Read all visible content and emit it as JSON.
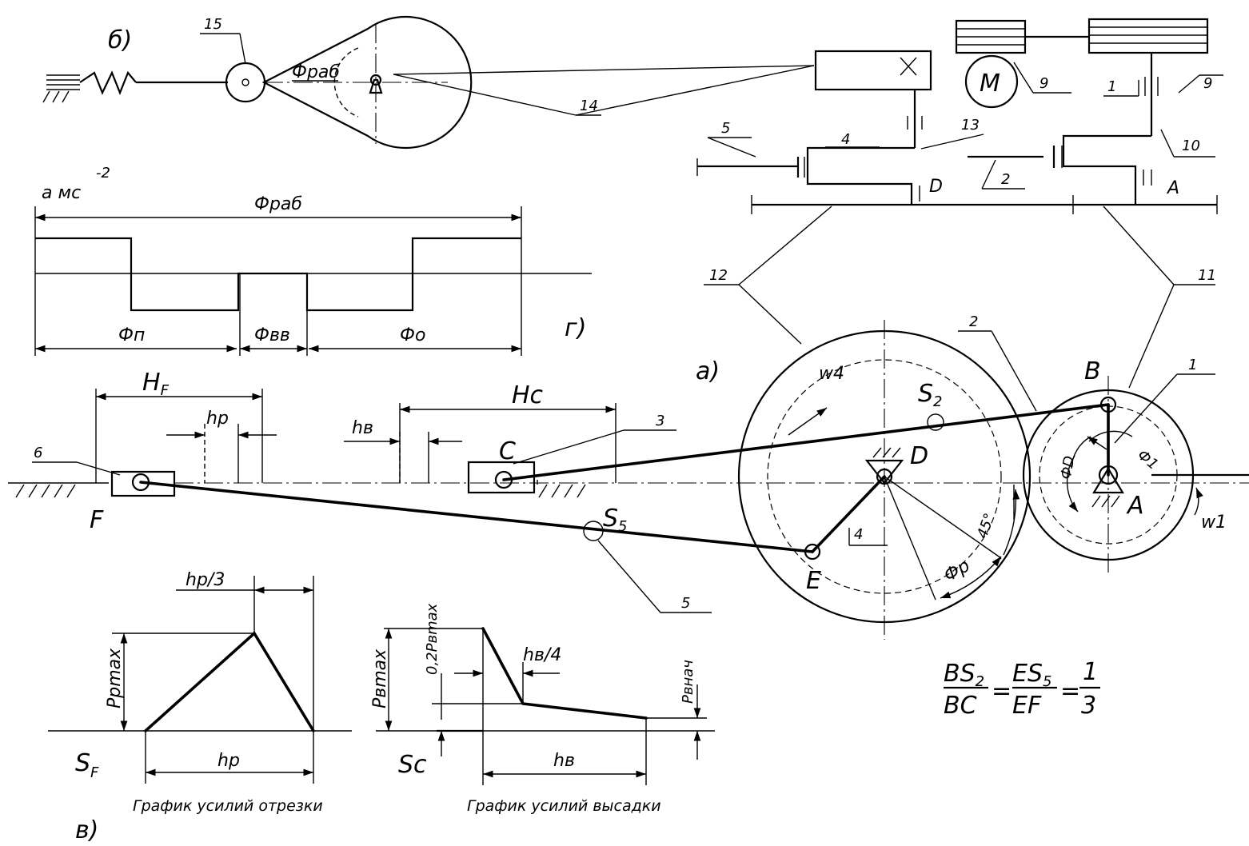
{
  "panel_labels": {
    "b": "б)",
    "a": "а)",
    "g": "г)",
    "v": "в)"
  },
  "cam": {
    "callout_15": "15",
    "angle_label": "Фраб",
    "callout_14": "14"
  },
  "accel": {
    "axis_label": "а мс",
    "axis_exp": "-2",
    "phi_rab": "Фраб",
    "phi_p": "Фп",
    "phi_vv": "Фвв",
    "phi_o": "Фо"
  },
  "drive": {
    "motor": "М",
    "labels": {
      "n9a": "9",
      "n9b": "9",
      "n1": "1",
      "n10": "10",
      "n5": "5",
      "n4": "4",
      "n13": "13",
      "n2": "2",
      "D": "D",
      "A": "A",
      "n12": "12",
      "n11": "11"
    }
  },
  "mechanism": {
    "HF": "Н",
    "HF_sub": "F",
    "Hc": "Нс",
    "hp": "hр",
    "hv": "hв",
    "n6": "6",
    "n3": "3",
    "n5": "5",
    "n4": "4",
    "n2": "2",
    "n1": "1",
    "F": "F",
    "C": "С",
    "E": "E",
    "D": "D",
    "B": "B",
    "A": "A",
    "S2": "S",
    "S2_sub": "2",
    "S5": "S",
    "S5_sub": "5",
    "w4": "w4",
    "w1": "w1",
    "phi_D": "ФD",
    "phi_1": "Ф1",
    "phi_p": "Фр",
    "angle45": "45°"
  },
  "ratio": {
    "n1": "BS",
    "n1_sub": "2",
    "d1": "BC",
    "n2": "ES",
    "n2_sub": "5",
    "d2": "EF",
    "eq": "=",
    "n3": "1",
    "d3": "3"
  },
  "graph_cut": {
    "top": "hр/3",
    "ylabel": "Ррmax",
    "xlabel": "hр",
    "sf": "S",
    "sf_sub": "F",
    "caption": "График усилий отрезки"
  },
  "graph_upset": {
    "ylabel": "Рвmax",
    "ylabel2": "0,2Рвmax",
    "hv4": "hв/4",
    "pvnach": "Рвнач",
    "xlabel": "hв",
    "sc": "Sс",
    "caption": "График усилий высадки"
  }
}
